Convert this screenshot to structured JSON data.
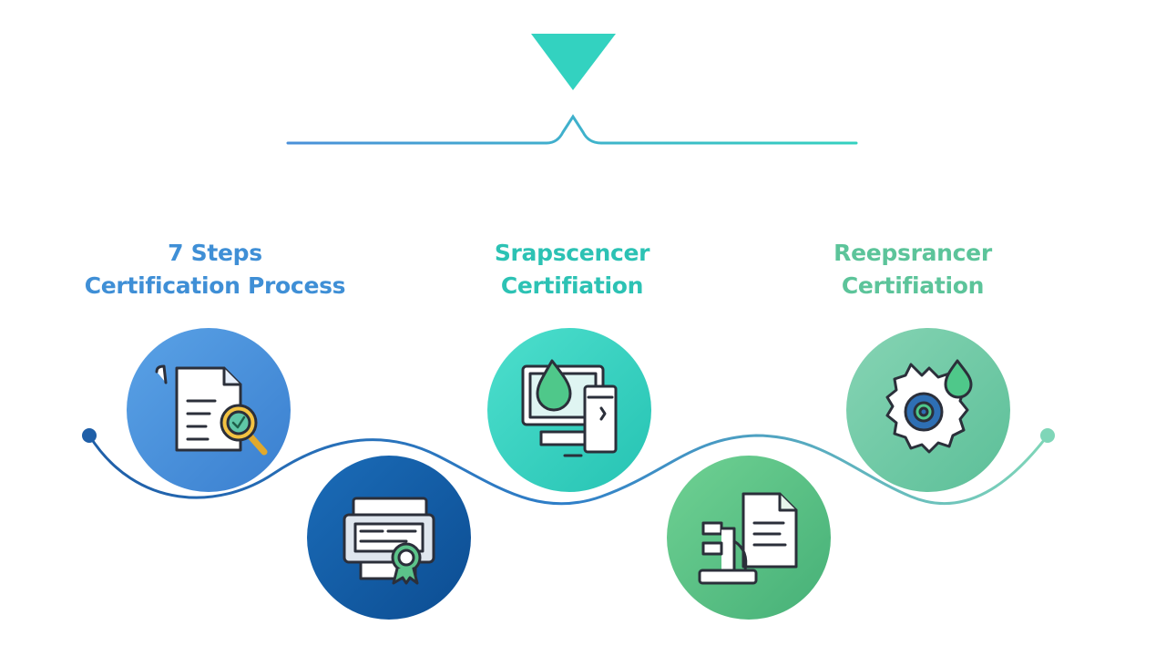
{
  "colors": {
    "blue": "#4a90d9",
    "dark_blue": "#0f5aa6",
    "teal": "#34d1bf",
    "green": "#5cc38a",
    "mint": "#72c9a6",
    "label_blue": "#3f8fd6",
    "label_teal": "#2cc2b4",
    "label_green": "#5cc49a",
    "icon_stroke": "#2b2f3a"
  },
  "labels": [
    {
      "lines": [
        "7 Steps",
        "Certification Process"
      ]
    },
    {
      "lines": [
        "Srapscencer",
        "Certifiation"
      ]
    },
    {
      "lines": [
        "Reepsrancer",
        "Certifiation"
      ]
    }
  ],
  "steps": [
    {
      "icon": "document-magnifier-icon",
      "color": "#4a90d9"
    },
    {
      "icon": "certificate-printer-icon",
      "color": "#0f5aa6"
    },
    {
      "icon": "droplet-monitor-icon",
      "color": "#34d1bf"
    },
    {
      "icon": "microscope-document-icon",
      "color": "#5cc38a"
    },
    {
      "icon": "gear-droplet-icon",
      "color": "#72c9a6"
    }
  ]
}
